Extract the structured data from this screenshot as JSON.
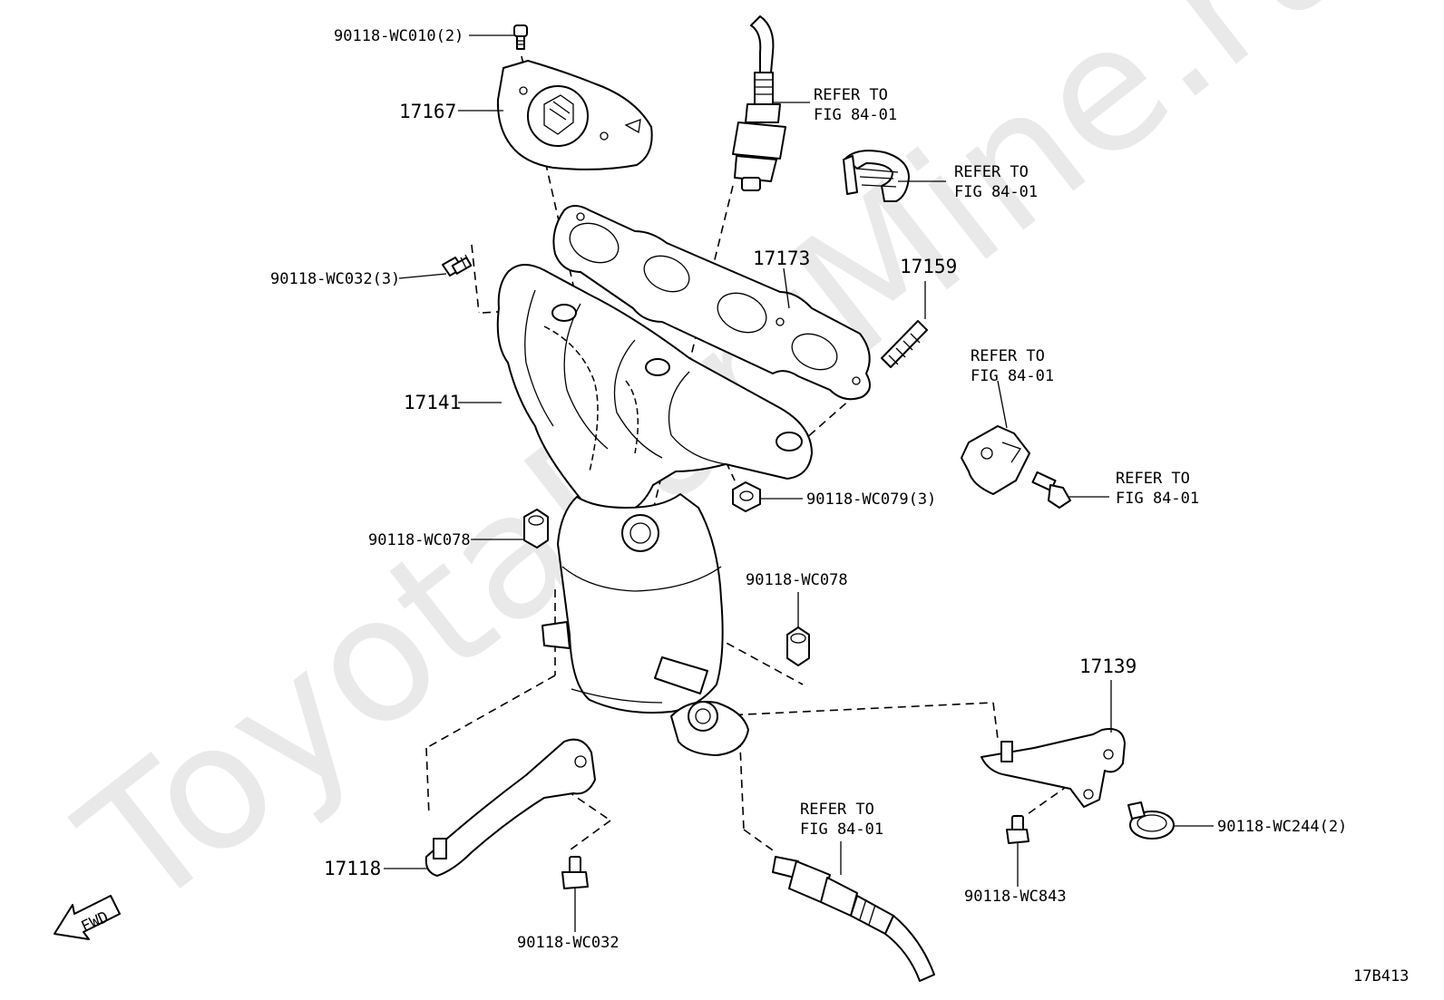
{
  "watermark": "ToyotaPartMine.ru",
  "diagram_code": "17B413",
  "fwd_label": "FWD",
  "parts": {
    "bolt_top": "90118-WC010(2)",
    "heat_insulator": "17167",
    "bolt_left": "90118-WC032(3)",
    "manifold": "17141",
    "gasket": "17173",
    "stud": "17159",
    "nut_right": "90118-WC079(3)",
    "nut_left": "90118-WC078",
    "nut_mid": "90118-WC078",
    "bracket_right": "17139",
    "stay_left": "17118",
    "bolt_bottom": "90118-WC032",
    "bolt_bracket": "90118-WC843",
    "clamp": "90118-WC244(2)"
  },
  "refer_labels": {
    "sensor_top": [
      "REFER TO",
      "FIG 84-01"
    ],
    "clip": [
      "REFER TO",
      "FIG 84-01"
    ],
    "bracket_small": [
      "REFER TO",
      "FIG 84-01"
    ],
    "bolt_small": [
      "REFER TO",
      "FIG 84-01"
    ],
    "sensor_bottom": [
      "REFER TO",
      "FIG 84-01"
    ]
  }
}
